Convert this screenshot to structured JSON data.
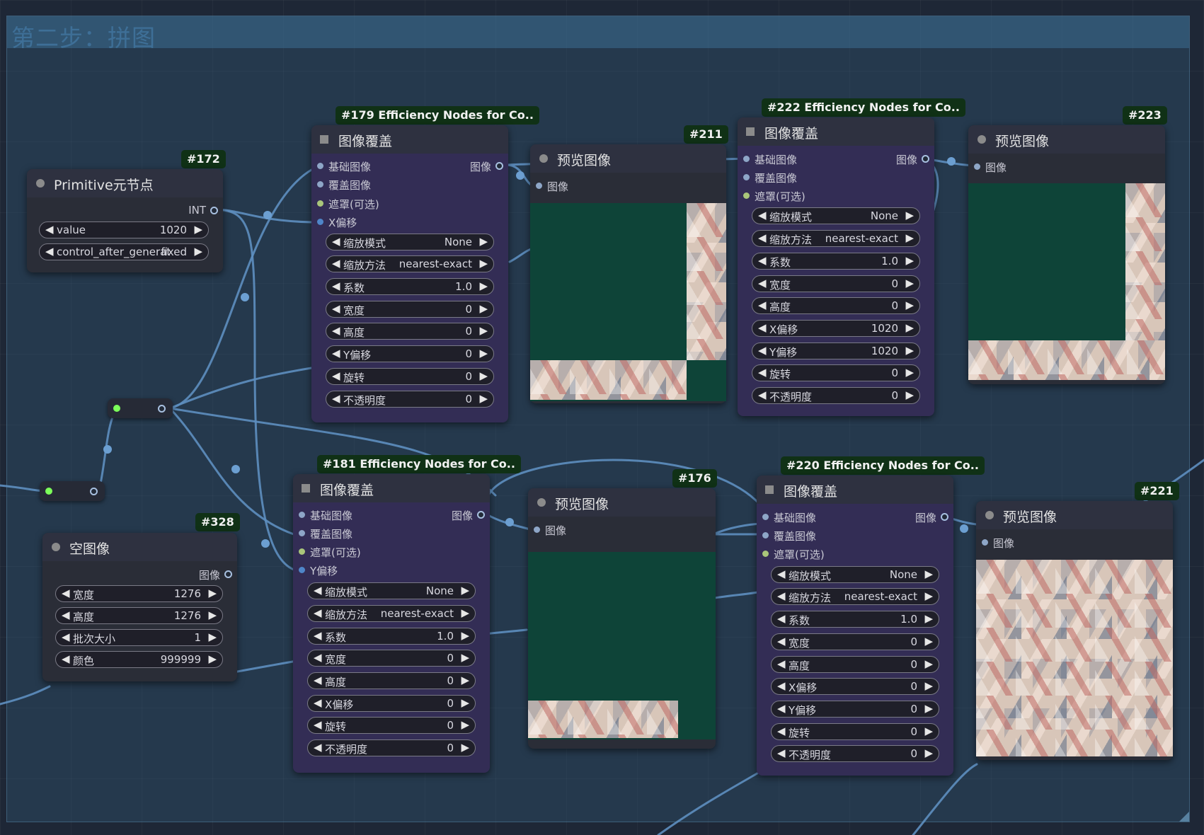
{
  "group": {
    "title": "第二步：拼图"
  },
  "slot_labels": {
    "image": "图像",
    "base_image": "基础图像",
    "overlay_image": "覆盖图像",
    "mask_optional": "遮罩(可选)",
    "x_offset": "X偏移",
    "y_offset": "Y偏移",
    "int": "INT"
  },
  "widget_labels": {
    "resize_mode": "缩放模式",
    "resize_method": "缩放方法",
    "factor": "系数",
    "width": "宽度",
    "height": "高度",
    "x_offset": "X偏移",
    "y_offset": "Y偏移",
    "rotation": "旋转",
    "opacity": "不透明度",
    "batch_size": "批次大小",
    "color": "颜色",
    "value": "value",
    "control_after_generate": "control_after_generate"
  },
  "node172": {
    "badge": "#172",
    "title": "Primitive元节点",
    "value": "1020",
    "control": "fixed"
  },
  "node328": {
    "badge": "#328",
    "title": "空图像",
    "width": "1276",
    "height": "1276",
    "batch": "1",
    "color": "999999"
  },
  "node179": {
    "badge": "#179 Efficiency Nodes for Co..",
    "title": "图像覆盖",
    "resize_mode": "None",
    "resize_method": "nearest-exact",
    "factor": "1.0",
    "width": "0",
    "height": "0",
    "y_offset": "0",
    "rotation": "0",
    "opacity": "0"
  },
  "node181": {
    "badge": "#181 Efficiency Nodes for Co..",
    "title": "图像覆盖",
    "resize_mode": "None",
    "resize_method": "nearest-exact",
    "factor": "1.0",
    "width": "0",
    "height": "0",
    "x_offset": "0",
    "rotation": "0",
    "opacity": "0"
  },
  "node222": {
    "badge": "#222 Efficiency Nodes for Co..",
    "title": "图像覆盖",
    "resize_mode": "None",
    "resize_method": "nearest-exact",
    "factor": "1.0",
    "width": "0",
    "height": "0",
    "x_offset": "1020",
    "y_offset": "1020",
    "rotation": "0",
    "opacity": "0"
  },
  "node220": {
    "badge": "#220 Efficiency Nodes for Co..",
    "title": "图像覆盖",
    "resize_mode": "None",
    "resize_method": "nearest-exact",
    "factor": "1.0",
    "width": "0",
    "height": "0",
    "x_offset": "0",
    "y_offset": "0",
    "rotation": "0",
    "opacity": "0"
  },
  "node211": {
    "badge": "#211",
    "title": "预览图像"
  },
  "node176": {
    "badge": "#176",
    "title": "预览图像"
  },
  "node223": {
    "badge": "#223",
    "title": "预览图像"
  },
  "node221": {
    "badge": "#221",
    "title": "预览图像"
  },
  "colors": {
    "wire": "#5e8fc0",
    "node_purple": "#332d55",
    "badge": "#103116",
    "preview_teal": "#0e4438",
    "reroute_dot": "#7cff5a"
  }
}
